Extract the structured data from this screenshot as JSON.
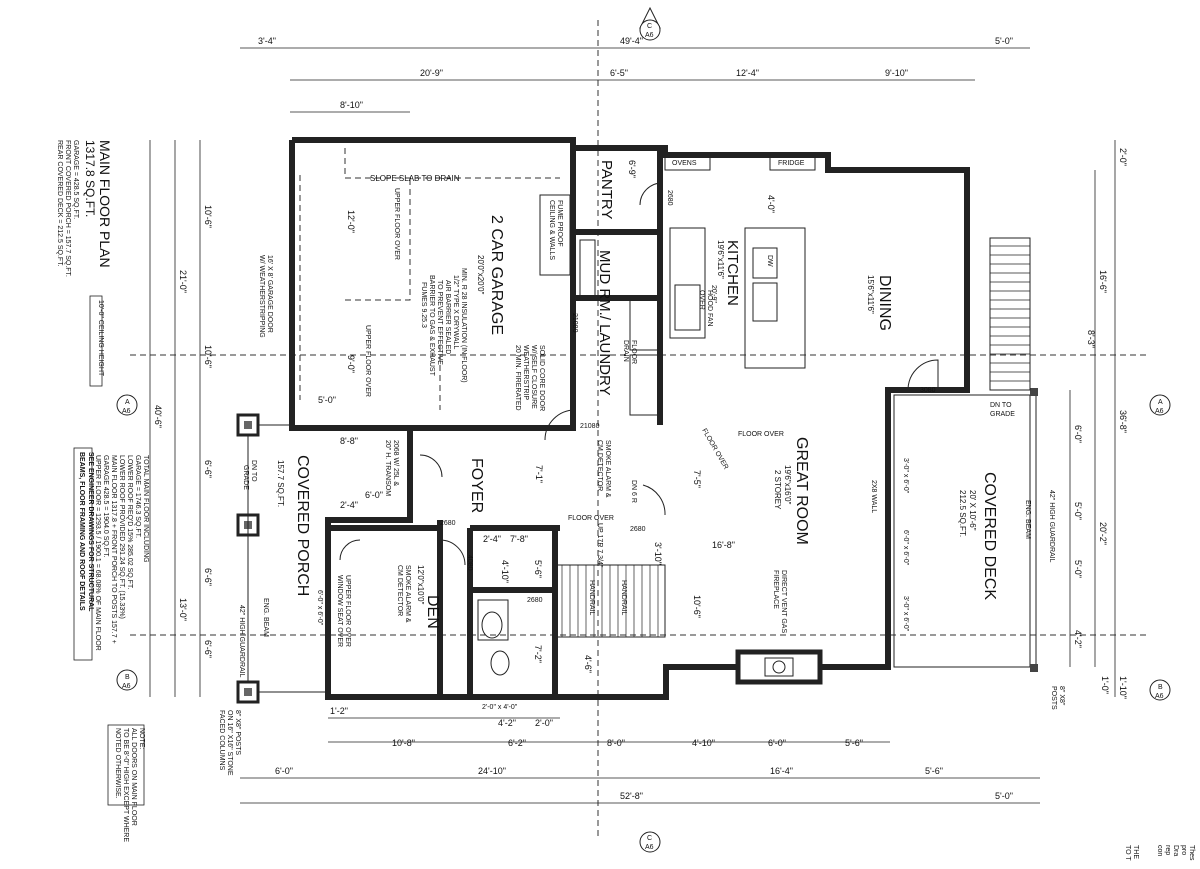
{
  "title_block": {
    "title": "MAIN FLOOR PLAN",
    "area": "1317.8 SQ.FT.",
    "garage": "GARAGE = 428.5 SQ.FT.",
    "front_porch": "FRONT COVERED PORCH = 157.7 SQ.FT.",
    "rear_deck": "REAR COVERED DECK = 212.5 SQ.FT.",
    "ceiling": "10'-0\" CEILING HEIGHT"
  },
  "notes": {
    "totals": [
      "TOTAL MAIN FLOOR INCLUDING",
      "GARAGE = 1746.3 SQ.FT.",
      "LOWER ROOF REQ'D 15% 285.02 SQ.FT.",
      "LOWER ROOF PROVIDED 291.24 SQ.FT. (15.33%)",
      "MAIN FLOOR 1317.8 + FRONT PORCH TO POSTS 157.7 +",
      "GARAGE 428.5 = 1904.0 SQ.FT.",
      "UPPER FLOOR = 1293.5 / 1900.1 = 68.08% OF MAIN FLOOR"
    ],
    "engineer": [
      "SEE ENGINEER DRAWINGS FOR STRUCTURAL",
      "BEAMS, FLOOR FRAMING AND ROOF DETAILS"
    ],
    "doors": [
      "NOTE:",
      "ALL DOORS ON MAIN FLOOR",
      "TO BE 8'-0\" HIGH EXCEPT WHERE",
      "NOTED OTHERWISE."
    ],
    "corner": [
      "THE",
      "TO T",
      "con",
      "rep",
      "Dra",
      "pro",
      "Thes"
    ]
  },
  "rooms": {
    "garage": {
      "name": "2 CAR GARAGE",
      "size": "20'0\"x20'0\""
    },
    "pantry": {
      "name": "PANTRY"
    },
    "mudroom": {
      "name": "MUD RM./ LAUNDRY"
    },
    "kitchen": {
      "name": "KITCHEN",
      "size": "19'6\"x11'6\""
    },
    "dining": {
      "name": "DINING",
      "size": "15'6\"x11'6\""
    },
    "great_room": {
      "name": "GREAT ROOM",
      "size": "19'6\"x16'0\"",
      "sub": "2 STOREY"
    },
    "foyer": {
      "name": "FOYER"
    },
    "den": {
      "name": "DEN",
      "size": "12'0\"x10'0\""
    },
    "covered_porch": {
      "name": "COVERED PORCH",
      "size": "157.7 SQ.FT."
    },
    "covered_deck": {
      "name": "COVERED DECK",
      "size": "20' X 10'-6\"",
      "area": "212.5 SQ.FT."
    }
  },
  "labels": {
    "slope": "SLOPE SLAB TO DRAIN",
    "upper_floor_over": "UPPER FLOOR OVER",
    "fume_proof": [
      "FUME PROOF",
      "CEILING & WALLS"
    ],
    "garage_notes": [
      "MIN. R 28 INSULATION (IN FLOOR)",
      "1/2\" TYPE X DRYWALL",
      "AIR BARRIER SEALED",
      "TO PREVENT EFFECTIVE",
      "BARRIER TO GAS & EXHAUST",
      "FUMES 9.25.3"
    ],
    "garage_door": [
      "16' X 8' GARAGE DOOR",
      "W/ WEATHERSTRIPPING"
    ],
    "solid_core": [
      "SOLID CORE DOOR",
      "W/ SELF CLOSURE",
      "WEATHERSTRIP",
      "20 MIN. FIRERATED"
    ],
    "ovens": "OVENS",
    "fridge": "FRIDGE",
    "hood": [
      "HOOD FAN",
      "OVER"
    ],
    "kitchen_dim": "20'-9\"",
    "dw": "DW",
    "floor_over": "FLOOR OVER",
    "floor_drain": [
      "FLOOR",
      "DRAIN"
    ],
    "smoke": [
      "SMOKE ALARM &",
      "CM DETECTOR"
    ],
    "dn_grade": [
      "DN TO",
      "GRADE"
    ],
    "fireplace": [
      "DIRECT VENT GAS",
      "FIREPLACE"
    ],
    "guardrail": "42\" HIGH GUARDRAIL",
    "eng_beam": "ENG. BEAM",
    "posts": [
      "8\" X8\" POSTS",
      "ON 16\" X16\" STONE",
      "FACED COLUMNS"
    ],
    "posts_small": [
      "8\" X8\"",
      "POSTS"
    ],
    "window_seat": [
      "UPPER FLOOR OVER",
      "WINDOW SEAT OVER"
    ],
    "transom": [
      "2068 W/ 25L &",
      "20\" H. TRANSOM"
    ],
    "up": "UP 17R 7 3/4\"",
    "wall_2x8": "2X8 WALL",
    "handrail": "HANDRAIL",
    "doors": [
      "2680",
      "2680",
      "2680",
      "2680",
      "3080",
      "21080",
      "21080",
      "4080"
    ],
    "windows": [
      "2'-0\" x 4'-0\"",
      "6'-0\" x 6'-0\"",
      "3'-0\" x 6'-0\"",
      "6'-0\" x 6'-0\"",
      "3'-0\" x 6'-0\""
    ],
    "dr": "DN 6 R"
  },
  "dims": {
    "top_outer": [
      "3'-4\"",
      "49'-4\"",
      "5'-0\""
    ],
    "top_inner": [
      "20'-9\"",
      "6'-5\"",
      "12'-4\"",
      "9'-10\""
    ],
    "garage_w": "8'-10\"",
    "left_outer": [
      "21'-0\"",
      "40'-6\""
    ],
    "left_inner": [
      "10'-6\"",
      "10'-6\"",
      "6'-6\"",
      "6'-6\"",
      "6'-6\""
    ],
    "left_mid": [
      "13'-0\""
    ],
    "right_outer": [
      "2'-0\"",
      "16'-6\"",
      "36'-8\"",
      "1'-10\""
    ],
    "right_inner": [
      "8'-3\"",
      "6'-0\"",
      "20'-2\"",
      "5'-0\"",
      "5'-0\"",
      "4'-2\"",
      "1'-0\""
    ],
    "bottom_1": [
      "1'-2\"",
      "4'-2\"",
      "2'-0\""
    ],
    "bottom_2": [
      "10'-8\"",
      "6'-2\"",
      "8'-0\"",
      "4'-10\"",
      "6'-0\"",
      "5'-6\""
    ],
    "bottom_3": [
      "6'-0\"",
      "24'-10\"",
      "16'-4\"",
      "5'-6\""
    ],
    "bottom_4": [
      "52'-8\"",
      "5'-0\""
    ],
    "interior": [
      "12'-0\"",
      "5'-0\"",
      "9'-0\"",
      "8'-8\"",
      "6'-0\"",
      "2'-4\"",
      "7'-1\"",
      "7'-8\"",
      "7'-5\"",
      "16'-8\"",
      "10'-6\"",
      "4'-6\"",
      "6'-9\"",
      "4'-0\"",
      "3'-10\"",
      "5'-6\"",
      "2'-4\"",
      "4'-10\"",
      "7'-2\""
    ]
  },
  "section_markers": [
    {
      "letter": "C",
      "sheet": "A6"
    },
    {
      "letter": "C",
      "sheet": "A6"
    },
    {
      "letter": "A",
      "sheet": "A6"
    },
    {
      "letter": "A",
      "sheet": "A6"
    },
    {
      "letter": "B",
      "sheet": "A6"
    },
    {
      "letter": "B",
      "sheet": "A6"
    }
  ]
}
